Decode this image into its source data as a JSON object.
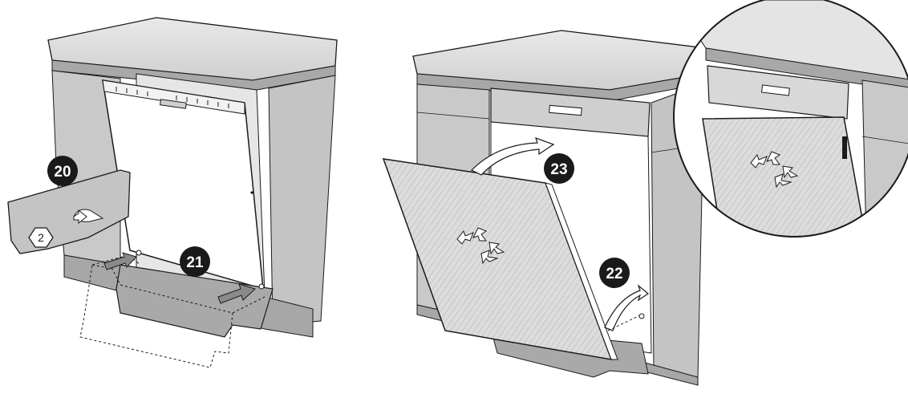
{
  "steps": {
    "s20": "20",
    "s21": "21",
    "s22": "22",
    "s23": "23"
  },
  "hex_label": "2",
  "colors": {
    "outline": "#1a1a1a",
    "panel_light": "#d4d4d4",
    "panel_mid": "#bdbdbd",
    "panel_dark": "#9a9a9a",
    "badge": "#1a1a1a",
    "badge_text": "#ffffff"
  }
}
